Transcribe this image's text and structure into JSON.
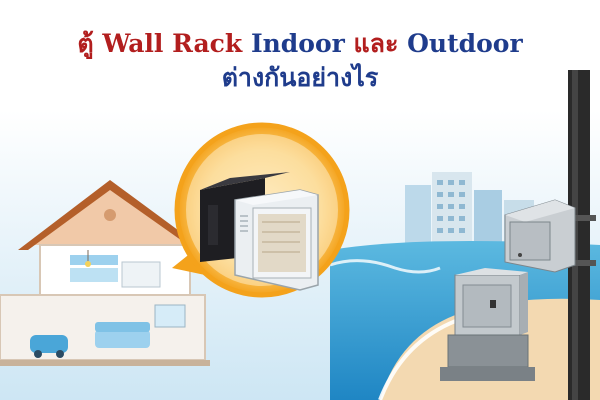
{
  "title": {
    "prefix": "ตู้",
    "wall_rack": "Wall Rack",
    "indoor": "Indoor",
    "conj": "และ",
    "outdoor": "Outdoor",
    "line2": "ต่างกันอย่างไร"
  },
  "icons": [
    "house-illustration",
    "indoor-wall-rack-icon",
    "outdoor-cabinet-icon",
    "utility-pole-icon",
    "beach-scene",
    "city-buildings"
  ],
  "colors": {
    "title_red": "#b21e1e",
    "title_blue": "#1f3c8c",
    "sky": "#cfe8f6",
    "sea": "#3aa6d6",
    "sand": "#f3d9b1",
    "callout_orange": "#f4a21b"
  }
}
